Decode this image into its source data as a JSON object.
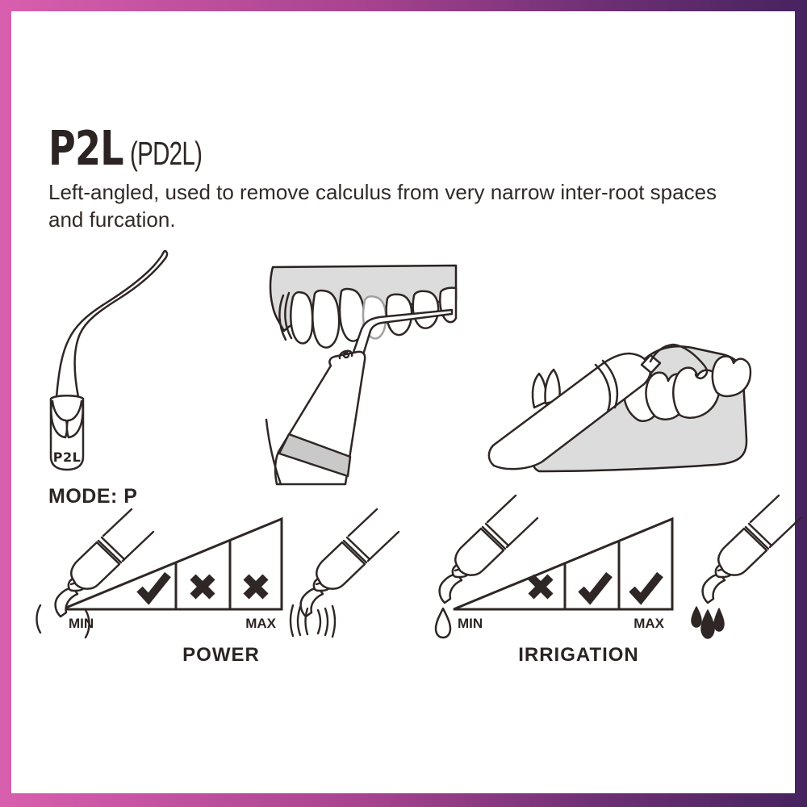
{
  "header": {
    "title": "P2L",
    "title_alt": "(PD2L)",
    "description_lines": [
      "Left-angled, used to remove calculus from very narrow inter-root spaces",
      "and furcation."
    ],
    "mode_label": "MODE: P"
  },
  "tip_illustration": {
    "tip_label": "P2L"
  },
  "diagrams": {
    "power": {
      "title": "POWER",
      "min_label": "MIN",
      "max_label": "MAX",
      "cells": [
        "check",
        "cross",
        "cross"
      ]
    },
    "irrigation": {
      "title": "IRRIGATION",
      "min_label": "MIN",
      "max_label": "MAX",
      "cells": [
        "cross",
        "check",
        "check"
      ]
    }
  },
  "colors": {
    "frame_gradient_start": "#d85fae",
    "frame_gradient_end": "#46235f",
    "ink": "#2f2725",
    "gum_gray": "#dcdcdc",
    "band_gray": "#c9c9c9",
    "background": "#ffffff"
  }
}
